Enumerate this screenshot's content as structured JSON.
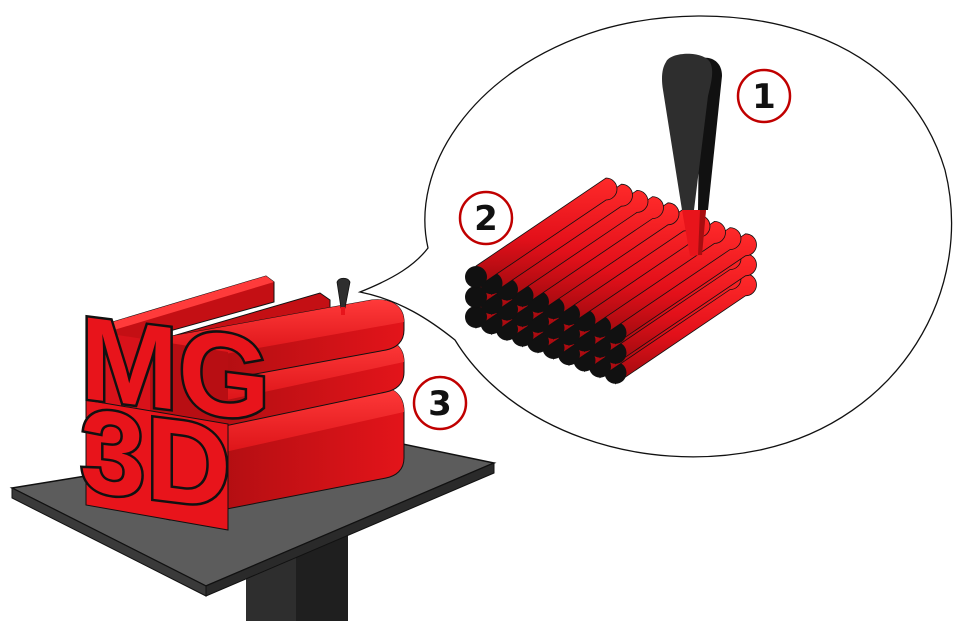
{
  "colors": {
    "filament_red": "#e8141b",
    "filament_dark_red": "#a80d10",
    "filament_end": "#111111",
    "nozzle_dark": "#2b2b2b",
    "nozzle_highlight": "#4a4a4a",
    "bed_top": "#5c5c5c",
    "bed_side": "#3a3a3a",
    "stand": "#2e2e2e",
    "callout_ring": "#c00000",
    "bubble_stroke": "#111111"
  },
  "callouts": [
    {
      "id": "1",
      "label": "1",
      "meaning": "extruder-nozzle"
    },
    {
      "id": "2",
      "label": "2",
      "meaning": "deposited-filament-layers"
    },
    {
      "id": "3",
      "label": "3",
      "meaning": "printed-object"
    }
  ],
  "object_logo": {
    "line1": "MG",
    "line2": "3D"
  },
  "icons": {
    "nozzle": "extruder-nozzle-icon",
    "bed": "print-bed-icon"
  }
}
